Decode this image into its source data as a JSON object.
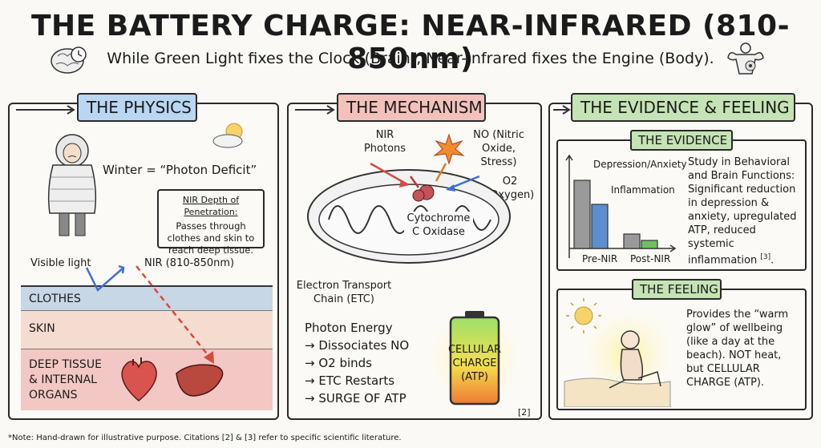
{
  "header": {
    "title": "THE BATTERY CHARGE: NEAR-INFRARED (810-850nm)",
    "subtitle": "While Green Light fixes the Clock (Brain), Near-Infrared fixes the Engine (Body)."
  },
  "physics": {
    "title": "THE PHYSICS",
    "winter": "Winter = “Photon Deficit”",
    "nir_box_heading": "NIR Depth of Penetration:",
    "nir_box_body": "Passes through clothes and skin to reach deep tissue.",
    "visible_light": "Visible light",
    "nir_label": "NIR (810-850nm)",
    "layers": [
      "CLOTHES",
      "SKIN",
      "DEEP TISSUE & INTERNAL ORGANS"
    ]
  },
  "mechanism": {
    "title": "THE MECHANISM",
    "nir_photons": "NIR Photons",
    "no_label": "NO (Nitric Oxide, Stress)",
    "o2_label": "O2 (Oxygen)",
    "cytochrome": "Cytochrome C Oxidase",
    "etc_label": "Electron Transport Chain (ETC)",
    "steps_heading": "Photon Energy",
    "steps": [
      "→ Dissociates NO",
      "→ O2 binds",
      "→ ETC Restarts",
      "→ SURGE OF ATP"
    ],
    "battery_label": "CELLULAR CHARGE (ATP)",
    "citation": "[2]"
  },
  "evidence": {
    "title": "THE EVIDENCE & FEELING",
    "sub_evidence": "THE EVIDENCE",
    "sub_feeling": "THE FEELING",
    "chart_labels": {
      "depression": "Depression/Anxiety",
      "inflammation": "Inflammation",
      "pre": "Pre-NIR",
      "post": "Post-NIR"
    },
    "study_text": "Study in Behavioral and Brain Functions: Significant reduction in depression & anxiety, upregulated ATP, reduced systemic inflammation",
    "study_cite": "[3]",
    "feeling_text": "Provides the “warm glow” of wellbeing (like a day at the beach). NOT heat, but CELLULAR CHARGE (ATP)."
  },
  "chart_data": {
    "type": "bar",
    "categories": [
      "Pre-NIR",
      "Post-NIR"
    ],
    "series": [
      {
        "name": "Depression/Anxiety",
        "values": [
          85,
          18
        ]
      },
      {
        "name": "Inflammation",
        "values": [
          55,
          10
        ]
      }
    ],
    "xlabel": "",
    "ylabel": "",
    "ylim": [
      0,
      100
    ]
  },
  "footer": {
    "note": "*Note: Hand-drawn for illustrative purpose. Citations [2] & [3] refer to specific scientific literature."
  },
  "colors": {
    "blue": "#b9d6f2",
    "red": "#f3c1bc",
    "green": "#c5e3b4",
    "bar_gray": "#9a9a9a",
    "bar_blue": "#5b8fd0",
    "bar_green": "#6fbf5f"
  },
  "icons": [
    "brain-clock-icon",
    "body-gear-icon",
    "sun-icon",
    "heart-icon",
    "liver-icon",
    "mitochondrion-icon",
    "battery-icon",
    "sun-beach-icon",
    "person-icon"
  ]
}
